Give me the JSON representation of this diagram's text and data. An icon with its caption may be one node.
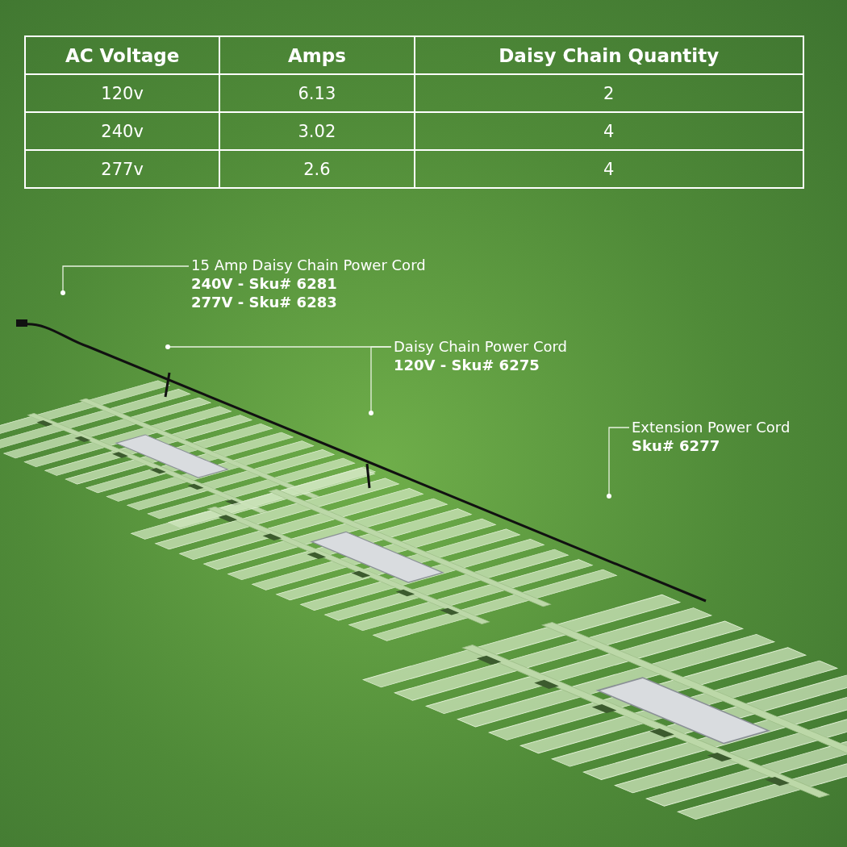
{
  "diagram": {
    "nodes": [
      {
        "text": [
          "15 Amp Daisy Chain Power Cord",
          "240V - Sku# 6281",
          "277V - Sku# 6283"
        ]
      },
      {
        "text": [
          "Daisy Chain Power Cord",
          "120V - Sku# 6275"
        ]
      },
      {
        "text": [
          "Extension Power Cord",
          "Sku# 6277"
        ]
      }
    ],
    "edges": [
      {
        "from": 0,
        "to": null,
        "arrow": "none"
      },
      {
        "from": 1,
        "to": null,
        "arrow": "none"
      },
      {
        "from": 1,
        "to": null,
        "arrow": "none"
      },
      {
        "from": 2,
        "to": null,
        "arrow": "none"
      }
    ],
    "labels": [
      "AC Voltage",
      "Amps",
      "Daisy Chain Quantity",
      "120v",
      "6.13",
      "2",
      "240v",
      "3.02",
      "4",
      "277v",
      "2.6",
      "4"
    ]
  }
}
